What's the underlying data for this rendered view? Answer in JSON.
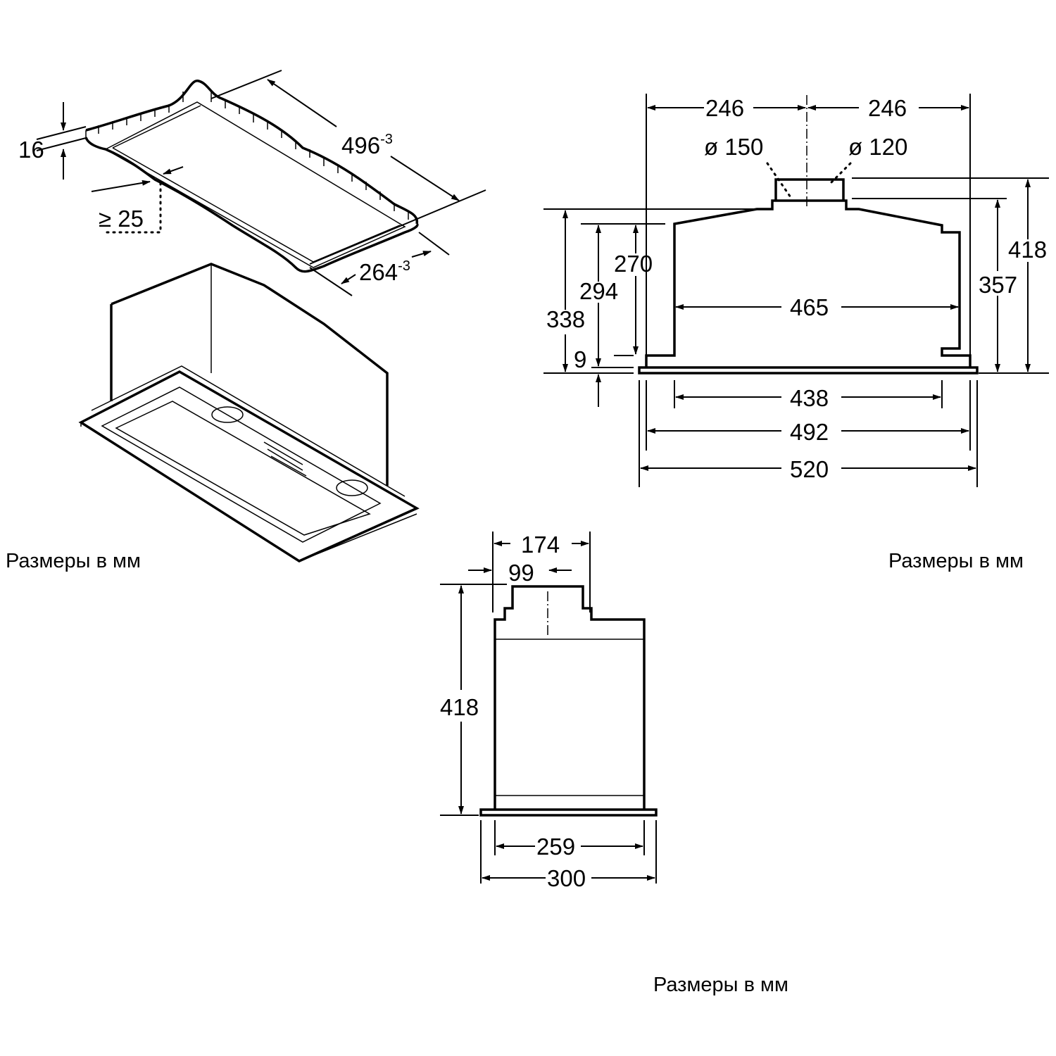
{
  "captions": {
    "iso": "Размеры в мм",
    "front": "Размеры в мм",
    "side": "Размеры в мм"
  },
  "cutout": {
    "depth": "16",
    "length": "496",
    "length_tol": "-3",
    "width": "264",
    "width_tol": "-3",
    "min_edge": "≥ 25"
  },
  "front_view": {
    "half_left": "246",
    "half_right": "246",
    "duct_150": "ø 150",
    "duct_120": "ø 120",
    "h338": "338",
    "h294": "294",
    "h270": "270",
    "h9": "9",
    "h418": "418",
    "h357": "357",
    "w465": "465",
    "w438": "438",
    "w492": "492",
    "w520": "520"
  },
  "side_view": {
    "w174": "174",
    "w99": "99",
    "h418": "418",
    "w259": "259",
    "w300": "300"
  }
}
